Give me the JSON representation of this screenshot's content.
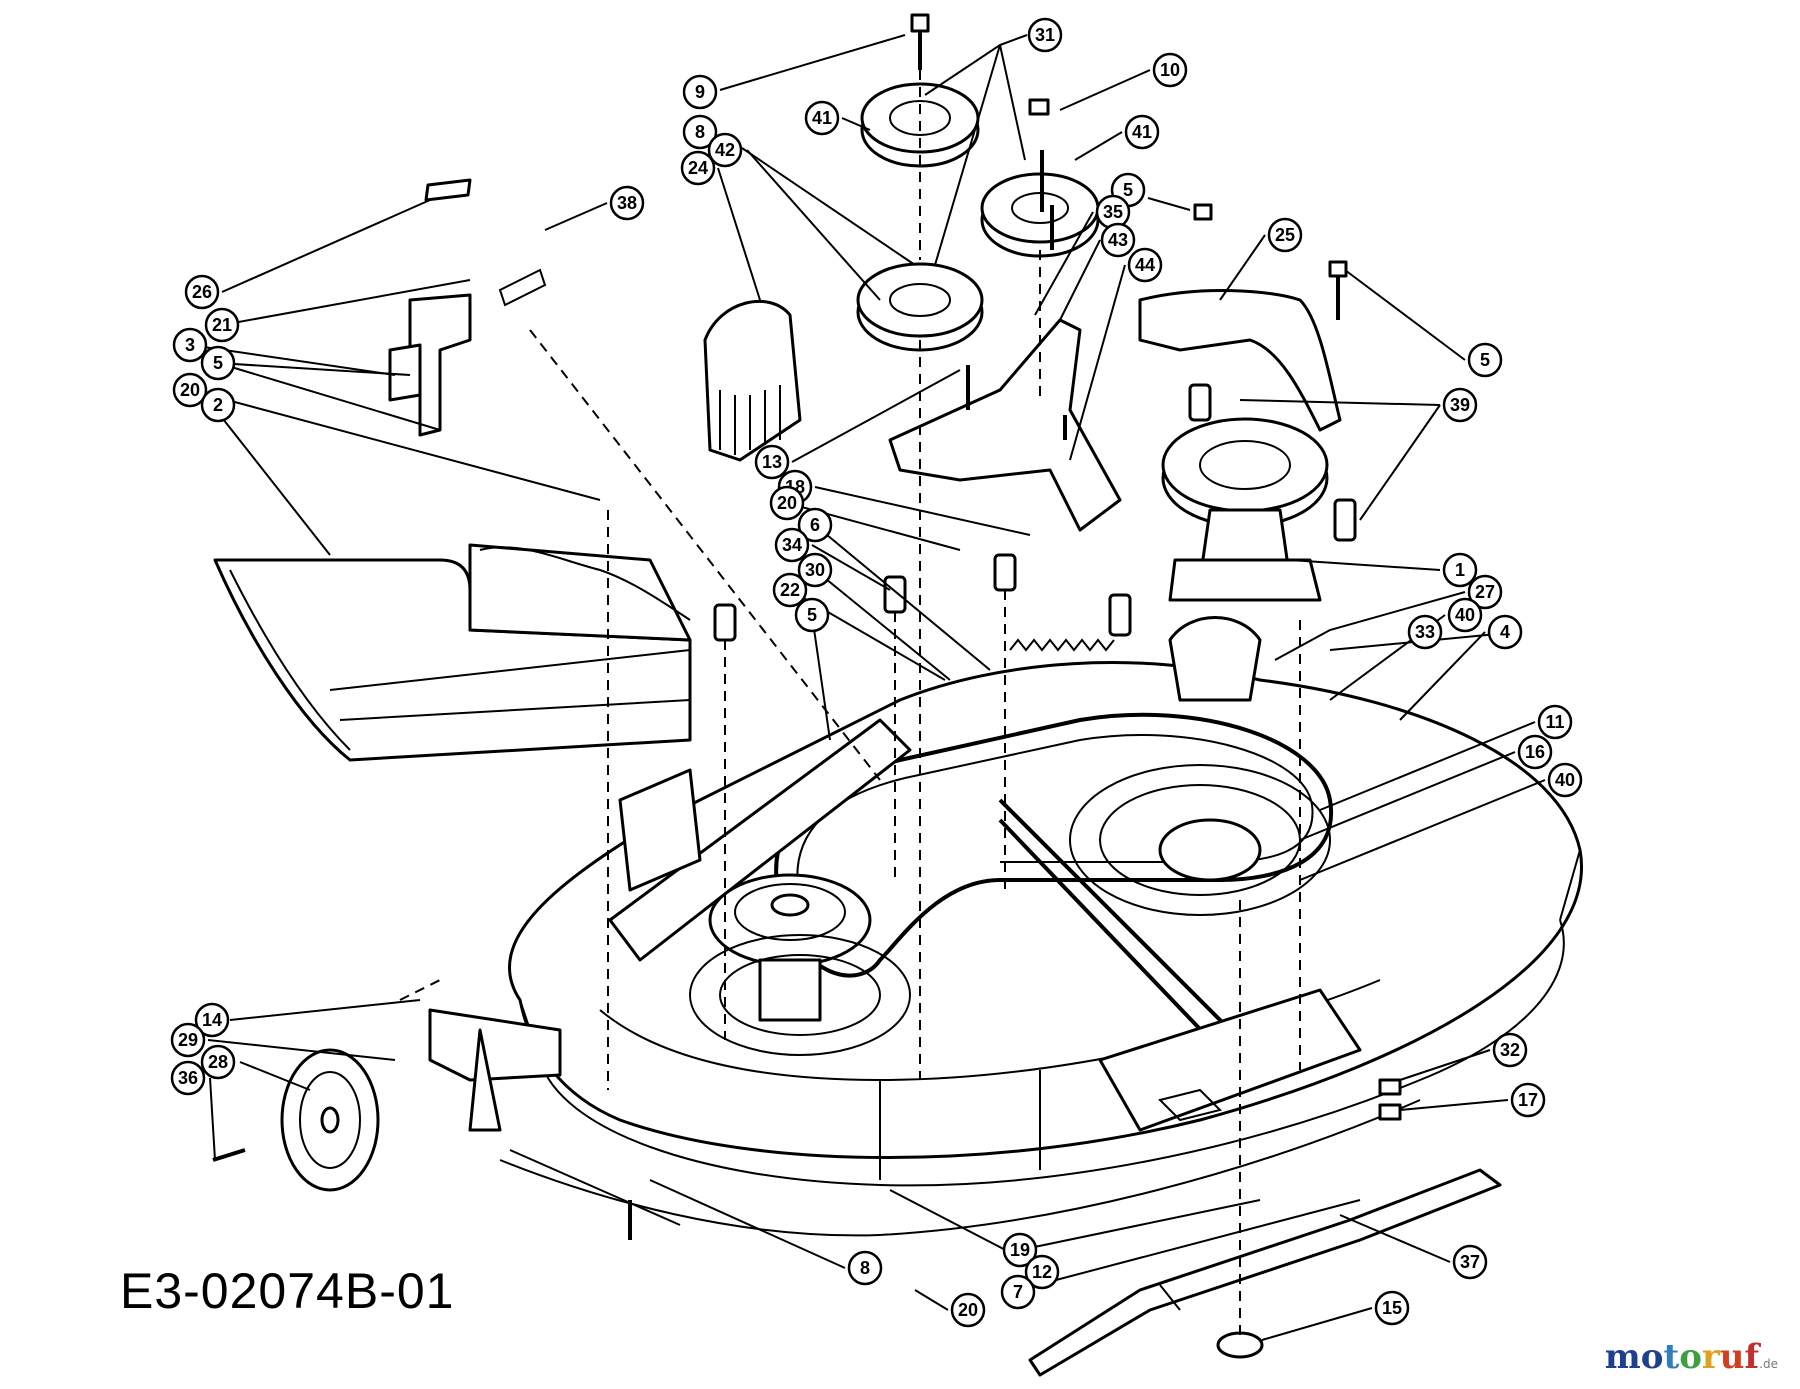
{
  "drawing_code": "E3-02074B-01",
  "watermark": {
    "letters": [
      "m",
      "o",
      "t",
      "o",
      "r",
      "u",
      "f"
    ],
    "suffix": ".de",
    "colors": [
      "#1f3f8f",
      "#1f3f8f",
      "#2f7fbf",
      "#3f9f3f",
      "#e0a020",
      "#d04020",
      "#c03030"
    ]
  },
  "callouts": [
    {
      "id": "c9a",
      "label": "9"
    },
    {
      "id": "c31",
      "label": "31"
    },
    {
      "id": "c10",
      "label": "10"
    },
    {
      "id": "c41a",
      "label": "41"
    },
    {
      "id": "c41b",
      "label": "41"
    },
    {
      "id": "c8a",
      "label": "8"
    },
    {
      "id": "c42",
      "label": "42"
    },
    {
      "id": "c24",
      "label": "24"
    },
    {
      "id": "c38",
      "label": "38"
    },
    {
      "id": "c5a",
      "label": "5"
    },
    {
      "id": "c35",
      "label": "35"
    },
    {
      "id": "c43",
      "label": "43"
    },
    {
      "id": "c44",
      "label": "44"
    },
    {
      "id": "c25",
      "label": "25"
    },
    {
      "id": "c26",
      "label": "26"
    },
    {
      "id": "c21",
      "label": "21"
    },
    {
      "id": "c3",
      "label": "3"
    },
    {
      "id": "c5b",
      "label": "5"
    },
    {
      "id": "c20a",
      "label": "20"
    },
    {
      "id": "c2",
      "label": "2"
    },
    {
      "id": "c5c",
      "label": "5"
    },
    {
      "id": "c39",
      "label": "39"
    },
    {
      "id": "c13",
      "label": "13"
    },
    {
      "id": "c18",
      "label": "18"
    },
    {
      "id": "c20b",
      "label": "20"
    },
    {
      "id": "c6",
      "label": "6"
    },
    {
      "id": "c34",
      "label": "34"
    },
    {
      "id": "c30",
      "label": "30"
    },
    {
      "id": "c22",
      "label": "22"
    },
    {
      "id": "c5d",
      "label": "5"
    },
    {
      "id": "c1",
      "label": "1"
    },
    {
      "id": "c27",
      "label": "27"
    },
    {
      "id": "c33",
      "label": "33"
    },
    {
      "id": "c40a",
      "label": "40"
    },
    {
      "id": "c4",
      "label": "4"
    },
    {
      "id": "c11",
      "label": "11"
    },
    {
      "id": "c16",
      "label": "16"
    },
    {
      "id": "c40b",
      "label": "40"
    },
    {
      "id": "c14",
      "label": "14"
    },
    {
      "id": "c29",
      "label": "29"
    },
    {
      "id": "c28",
      "label": "28"
    },
    {
      "id": "c36",
      "label": "36"
    },
    {
      "id": "c32",
      "label": "32"
    },
    {
      "id": "c17",
      "label": "17"
    },
    {
      "id": "c19",
      "label": "19"
    },
    {
      "id": "c12",
      "label": "12"
    },
    {
      "id": "c7",
      "label": "7"
    },
    {
      "id": "c37",
      "label": "37"
    },
    {
      "id": "c8b",
      "label": "8"
    },
    {
      "id": "c20c",
      "label": "20"
    },
    {
      "id": "c15",
      "label": "15"
    }
  ]
}
